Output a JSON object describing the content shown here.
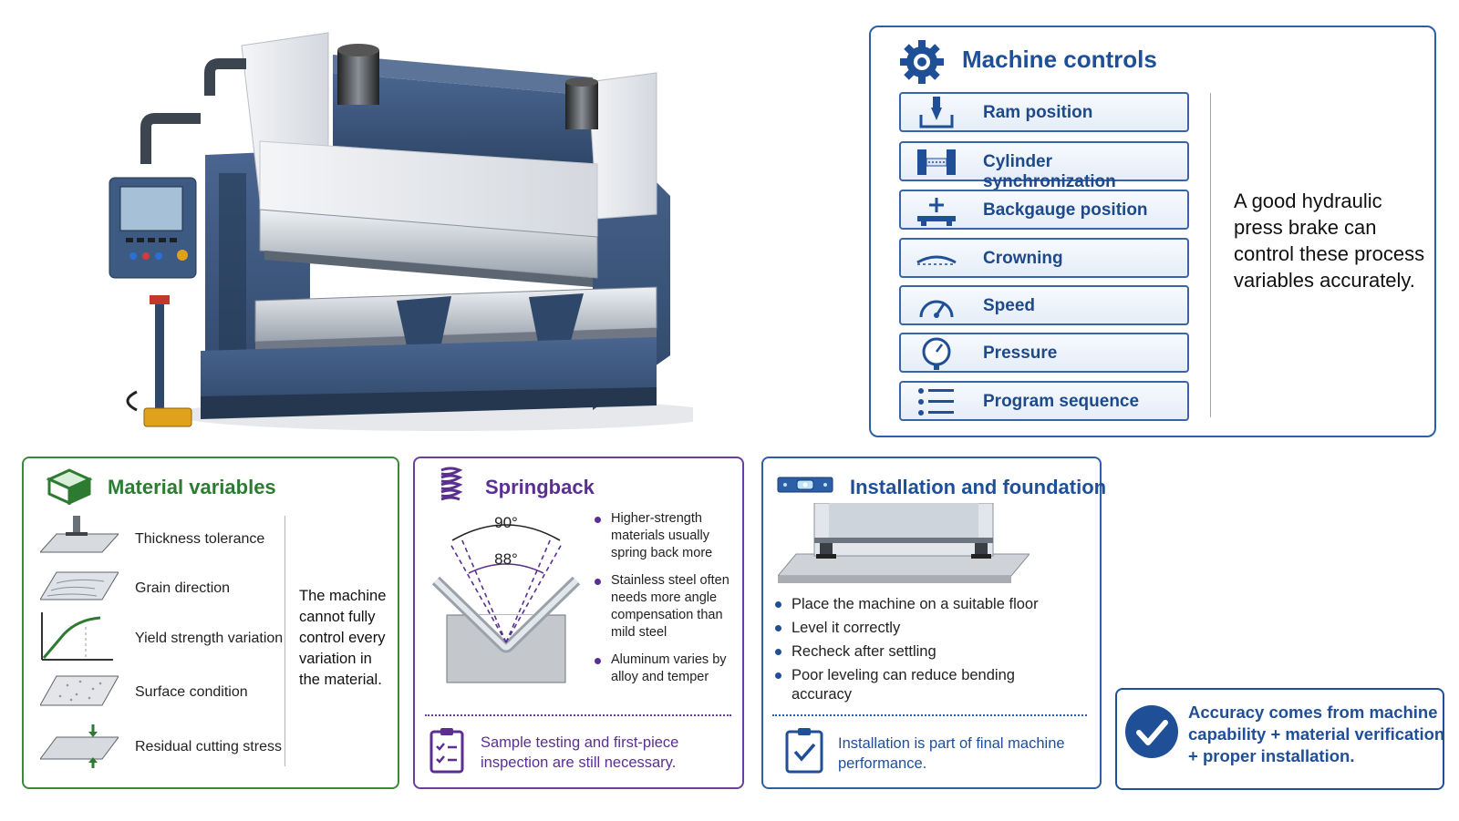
{
  "machine_controls": {
    "title": "Machine controls",
    "items": [
      {
        "label": "Ram position",
        "icon": "ram-position-icon"
      },
      {
        "label": "Cylinder synchronization",
        "icon": "cylinder-sync-icon"
      },
      {
        "label": "Backgauge position",
        "icon": "backgauge-icon"
      },
      {
        "label": "Crowning",
        "icon": "crowning-icon"
      },
      {
        "label": "Speed",
        "icon": "speedometer-icon"
      },
      {
        "label": "Pressure",
        "icon": "pressure-gauge-icon"
      },
      {
        "label": "Program sequence",
        "icon": "list-icon"
      }
    ],
    "note": "A good hydraulic press brake can control these process variables accurately."
  },
  "material_variables": {
    "title": "Material variables",
    "items": [
      {
        "label": "Thickness tolerance",
        "icon": "thickness-gauge-icon"
      },
      {
        "label": "Grain direction",
        "icon": "grain-sheet-icon"
      },
      {
        "label": "Yield strength variation",
        "icon": "stress-strain-curve-icon"
      },
      {
        "label": "Surface condition",
        "icon": "textured-sheet-icon"
      },
      {
        "label": "Residual cutting stress",
        "icon": "cut-sheet-stress-icon"
      }
    ],
    "note": "The machine cannot fully control every variation in the material."
  },
  "springback": {
    "title": "Springback",
    "angle_target": "90°",
    "angle_sprung": "88°",
    "bullets": [
      "Higher-strength materials usually spring back more",
      "Stainless steel often needs more angle compensation than mild steel",
      "Aluminum varies by alloy and temper"
    ],
    "footer": "Sample testing and first-piece inspection are still necessary."
  },
  "installation": {
    "title": "Installation and foundation",
    "bullets": [
      "Place the machine on a suitable floor",
      "Level it correctly",
      "Recheck after settling",
      "Poor leveling can reduce bending accuracy"
    ],
    "footer": "Installation is part of final machine performance."
  },
  "accuracy": {
    "text": "Accuracy comes from machine capability + material verification + proper installation."
  },
  "colors": {
    "blue": "#1f4f97",
    "green": "#2d7b31",
    "purple": "#5a2f91",
    "machine_blue": "#3b5578"
  }
}
